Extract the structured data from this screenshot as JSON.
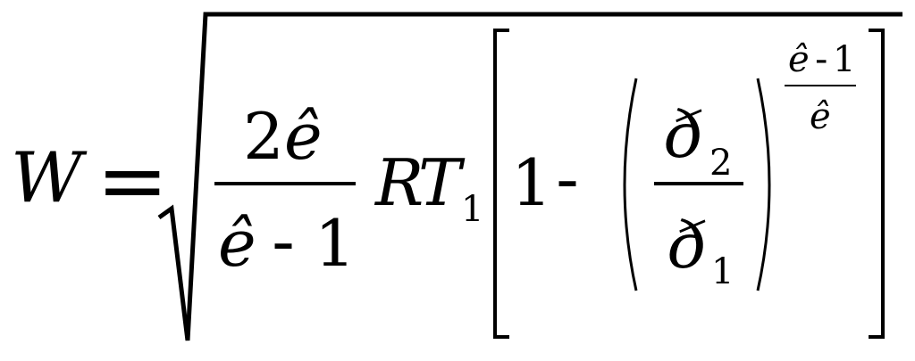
{
  "equation": {
    "lhs": "W",
    "equals": "=",
    "fraction1": {
      "numerator_coeff": "2",
      "numerator_symbol": "ê",
      "denominator_symbol": "ê",
      "denominator_minus": "-",
      "denominator_one": "1"
    },
    "gas_constant": "R",
    "temperature": "T",
    "temperature_subscript": "1",
    "bracket_one": "1",
    "bracket_minus": "-",
    "pressure_ratio": {
      "numerator_symbol": "ð",
      "numerator_subscript": "2",
      "denominator_symbol": "ð",
      "denominator_subscript": "1"
    },
    "exponent": {
      "numerator_symbol": "ê",
      "numerator_minus": "-",
      "numerator_one": "1",
      "denominator_symbol": "ê"
    }
  }
}
